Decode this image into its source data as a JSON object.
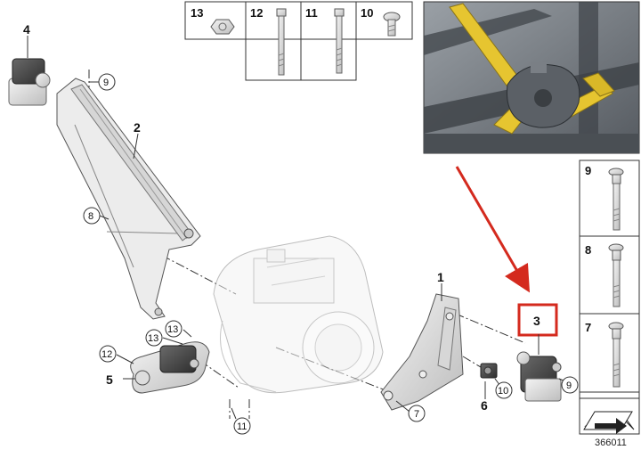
{
  "diagram": {
    "figure_number": "366011",
    "callouts": {
      "p4": "4",
      "p2": "2",
      "p8": "8",
      "p9_top": "9",
      "p1": "1",
      "p3": "3",
      "p5": "5",
      "p6": "6",
      "p7_bottom": "7",
      "p9_right": "9",
      "p10_bottom": "10",
      "p11_bottom": "11",
      "p12": "12",
      "p13a": "13",
      "p13b": "13"
    },
    "hardware_header": [
      "13",
      "12",
      "11",
      "10"
    ],
    "hardware_side": [
      "9",
      "8",
      "7"
    ],
    "highlight_color": "#d42a1e",
    "inset_accent_color": "#e6c530"
  }
}
